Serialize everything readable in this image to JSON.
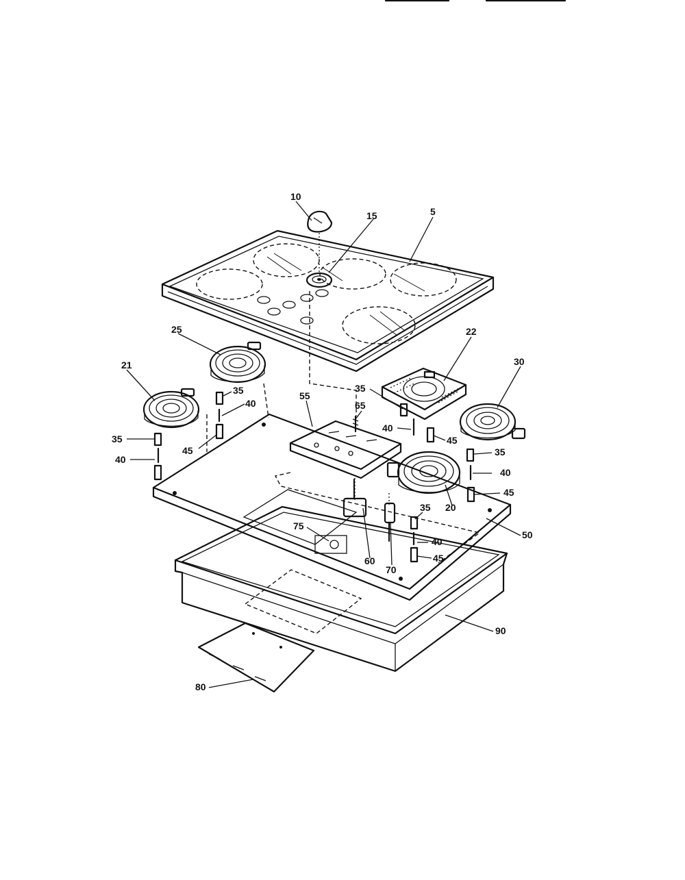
{
  "part_labels": {
    "p5": "5",
    "p10": "10",
    "p15": "15",
    "p20": "20",
    "p21": "21",
    "p22": "22",
    "p25": "25",
    "p30": "30",
    "p35a": "35",
    "p35b": "35",
    "p35c": "35",
    "p35d": "35",
    "p35e": "35",
    "p40a": "40",
    "p40b": "40",
    "p40c": "40",
    "p40d": "40",
    "p40e": "40",
    "p45a": "45",
    "p45b": "45",
    "p45c": "45",
    "p45d": "45",
    "p50": "50",
    "p55": "55",
    "p60": "60",
    "p65": "65",
    "p70": "70",
    "p75": "75",
    "p80": "80",
    "p90": "90"
  }
}
